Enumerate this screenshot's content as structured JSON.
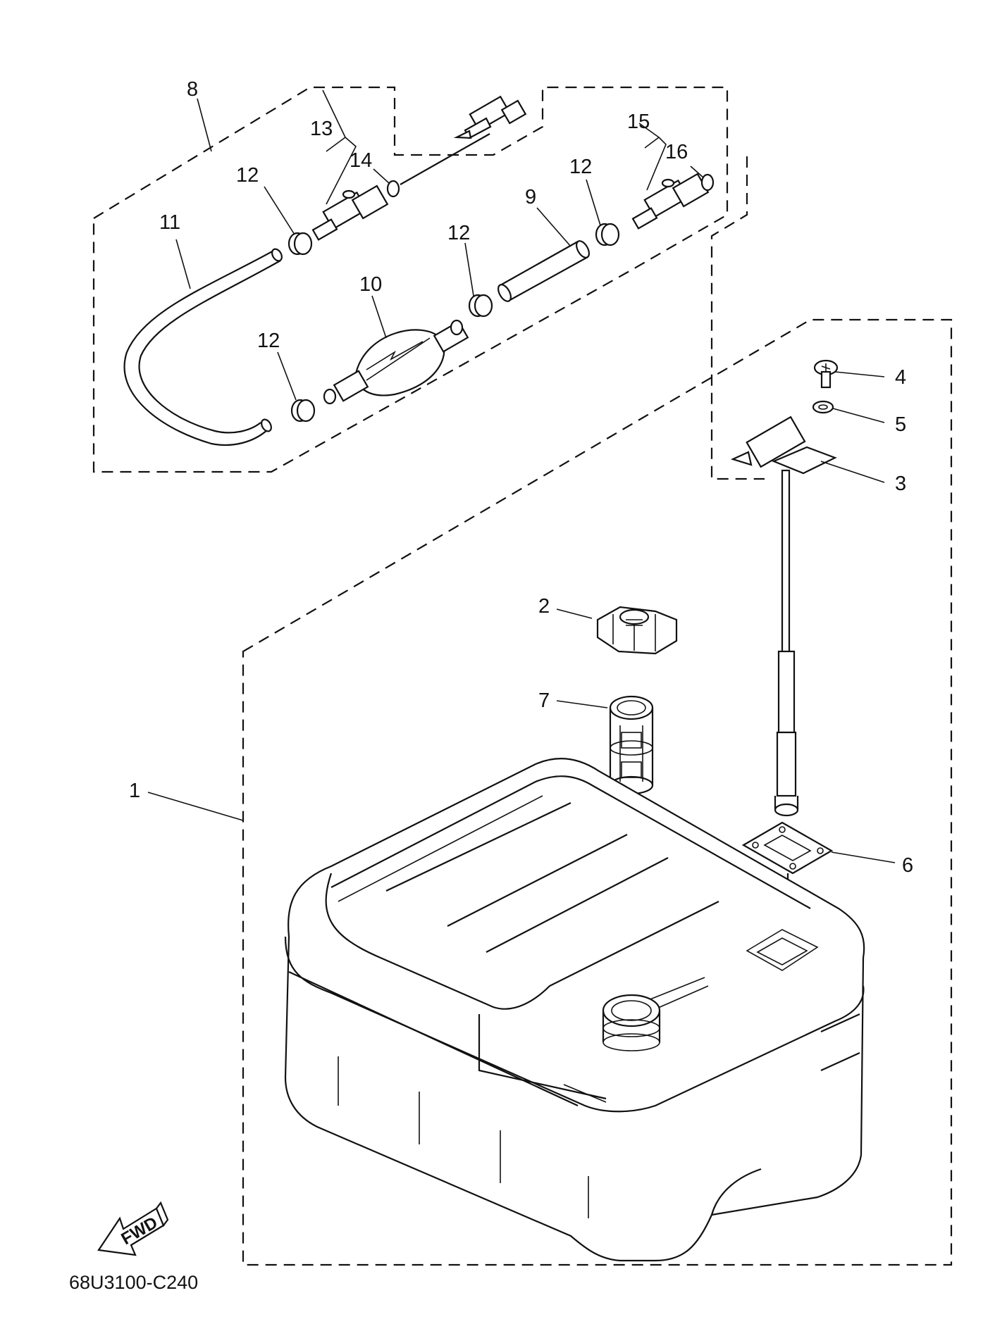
{
  "diagram": {
    "drawing_code": "68U3100-C240",
    "fwd_label": "FWD",
    "callouts": [
      {
        "id": "c1",
        "text": "1"
      },
      {
        "id": "c2",
        "text": "2"
      },
      {
        "id": "c3",
        "text": "3"
      },
      {
        "id": "c4",
        "text": "4"
      },
      {
        "id": "c5",
        "text": "5"
      },
      {
        "id": "c6",
        "text": "6"
      },
      {
        "id": "c7",
        "text": "7"
      },
      {
        "id": "c8",
        "text": "8"
      },
      {
        "id": "c9",
        "text": "9"
      },
      {
        "id": "c10",
        "text": "10"
      },
      {
        "id": "c11",
        "text": "11"
      },
      {
        "id": "c12a",
        "text": "12"
      },
      {
        "id": "c12b",
        "text": "12"
      },
      {
        "id": "c12c",
        "text": "12"
      },
      {
        "id": "c12d",
        "text": "12"
      },
      {
        "id": "c13",
        "text": "13"
      },
      {
        "id": "c14",
        "text": "14"
      },
      {
        "id": "c15",
        "text": "15"
      },
      {
        "id": "c16",
        "text": "16"
      }
    ]
  }
}
